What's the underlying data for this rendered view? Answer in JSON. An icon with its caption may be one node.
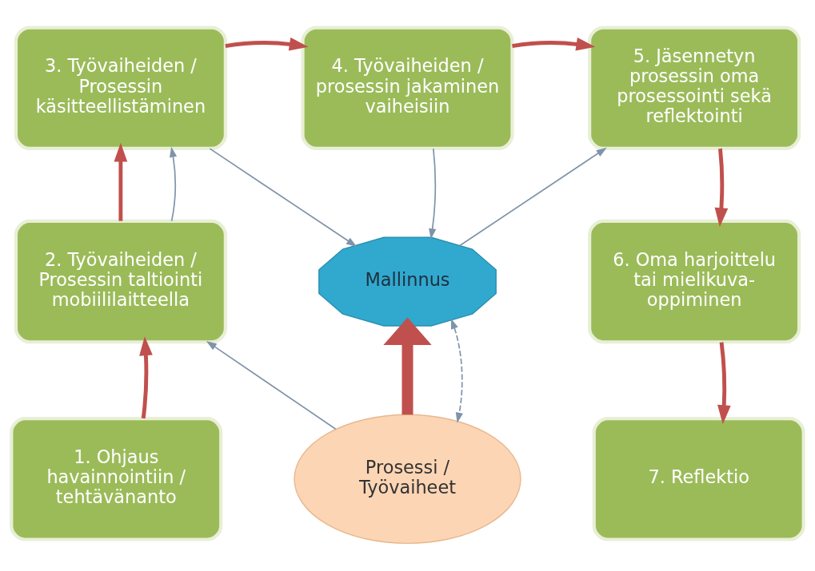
{
  "diagram": {
    "nodes": [
      {
        "text": [
          "1. Ohjaus havainnointiin / tehtävänanto"
        ]
      },
      {
        "text": [
          "2. Työvaiheiden / Prosessin taltiointi mobiililaitteella"
        ]
      },
      {
        "text": [
          "3. Työvaiheiden / Prosessin käsitteellistäminen"
        ]
      },
      {
        "text": [
          "4. Työvaiheiden / prosessin jakaminen vaiheisiin"
        ]
      },
      {
        "text": [
          "5. Jäsennetyn prosessin oma prosessointi sekä reflektointi"
        ]
      },
      {
        "text": [
          "6. Oma harjoittelu tai mielikuva-oppiminen"
        ]
      },
      {
        "text": [
          "7. Reflektio"
        ]
      },
      {
        "text": [
          "Mallinnus"
        ]
      },
      {
        "text": [
          "Prosessi / Työvaiheet"
        ]
      }
    ],
    "edges": [
      {
        "from": 0,
        "to": 1,
        "arrow": "to"
      },
      {
        "from": 1,
        "to": 2,
        "arrow": "to"
      },
      {
        "from": 2,
        "to": 3,
        "arrow": "to"
      },
      {
        "from": 3,
        "to": 4,
        "arrow": "to"
      },
      {
        "from": 4,
        "to": 5,
        "arrow": "to"
      },
      {
        "from": 5,
        "to": 6,
        "arrow": "to"
      },
      {
        "from": 1,
        "to": 2,
        "arrow": "to",
        "color": "#7f93aa"
      },
      {
        "from": 2,
        "to": 7,
        "arrow": "to",
        "color": "#7f93aa"
      },
      {
        "from": 3,
        "to": 7,
        "arrow": "to",
        "color": "#7f93aa"
      },
      {
        "from": 7,
        "to": 4,
        "arrow": "to",
        "color": "#7f93aa"
      },
      {
        "from": 8,
        "to": 1,
        "arrow": "to",
        "color": "#7f93aa"
      },
      {
        "from": 8,
        "to": 7,
        "arrow": "to",
        "style": "thick"
      },
      {
        "from": 7,
        "to": 8,
        "arrow": "both",
        "style": "dashed",
        "color": "#7f93aa"
      }
    ]
  }
}
